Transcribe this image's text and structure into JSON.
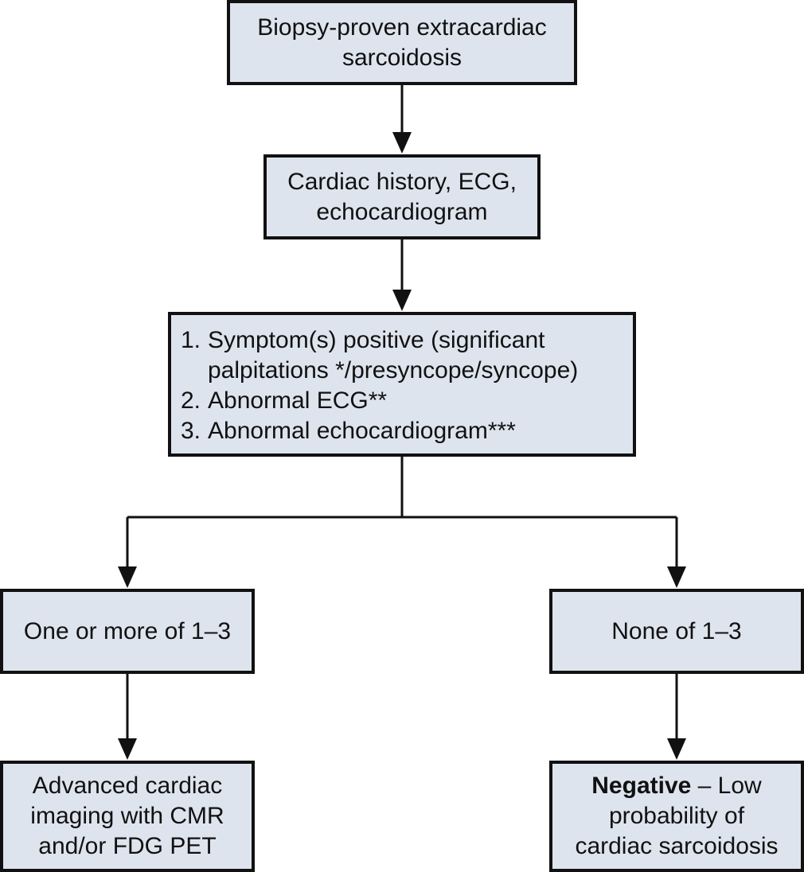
{
  "nodes": {
    "start": {
      "lines": [
        "Biopsy-proven extracardiac",
        "sarcoidosis"
      ]
    },
    "workup": {
      "lines": [
        "Cardiac history, ECG,",
        "echocardiogram"
      ]
    },
    "criteria": {
      "items": [
        {
          "num": "1.",
          "lines": [
            "Symptom(s) positive (significant",
            "palpitations */presyncope/syncope)"
          ]
        },
        {
          "num": "2.",
          "lines": [
            "Abnormal ECG**"
          ]
        },
        {
          "num": "3.",
          "lines": [
            "Abnormal echocardiogram***"
          ]
        }
      ]
    },
    "positive_branch": {
      "label": "One or more of 1–3"
    },
    "negative_branch": {
      "label": "None of 1–3"
    },
    "positive_outcome": {
      "lines": [
        "Advanced cardiac",
        "imaging with CMR",
        "and/or FDG PET"
      ]
    },
    "negative_outcome": {
      "bold": "Negative",
      "rest": " – Low",
      "lines": [
        "probability of",
        "cardiac sarcoidosis"
      ]
    }
  },
  "colors": {
    "box_fill": "#dde4ee",
    "stroke": "#111111",
    "background": "#ffffff"
  }
}
